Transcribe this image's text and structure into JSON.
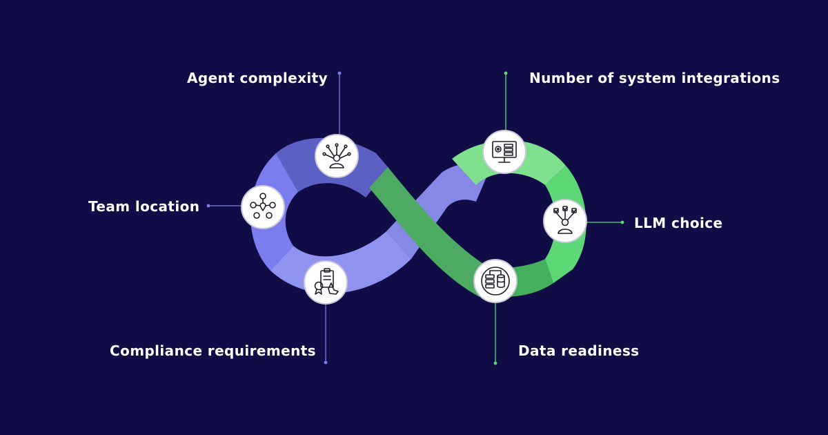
{
  "diagram": {
    "type": "infinity-loop",
    "colors": {
      "background": "#100c46",
      "left_loop_dark": "#5c5fc4",
      "left_loop_mid": "#7b7dee",
      "left_loop_light": "#9092f0",
      "right_loop_light": "#7fe08e",
      "right_loop_mid": "#5cd877",
      "right_loop_dark": "#45b05c",
      "connector_purple": "#7d7fe6",
      "connector_green": "#5dd977"
    },
    "nodes": [
      {
        "id": "agent-complexity",
        "label": "Agent complexity",
        "icon": "person-network-icon",
        "side": "left"
      },
      {
        "id": "team-location",
        "label": "Team location",
        "icon": "team-location-icon",
        "side": "left"
      },
      {
        "id": "compliance-requirements",
        "label": "Compliance requirements",
        "icon": "compliance-certificate-icon",
        "side": "left"
      },
      {
        "id": "system-integrations",
        "label": "Number of system integrations",
        "icon": "monitor-settings-icon",
        "side": "right"
      },
      {
        "id": "llm-choice",
        "label": "LLM choice",
        "icon": "person-options-icon",
        "side": "right"
      },
      {
        "id": "data-readiness",
        "label": "Data readiness",
        "icon": "database-icon",
        "side": "right"
      }
    ]
  }
}
